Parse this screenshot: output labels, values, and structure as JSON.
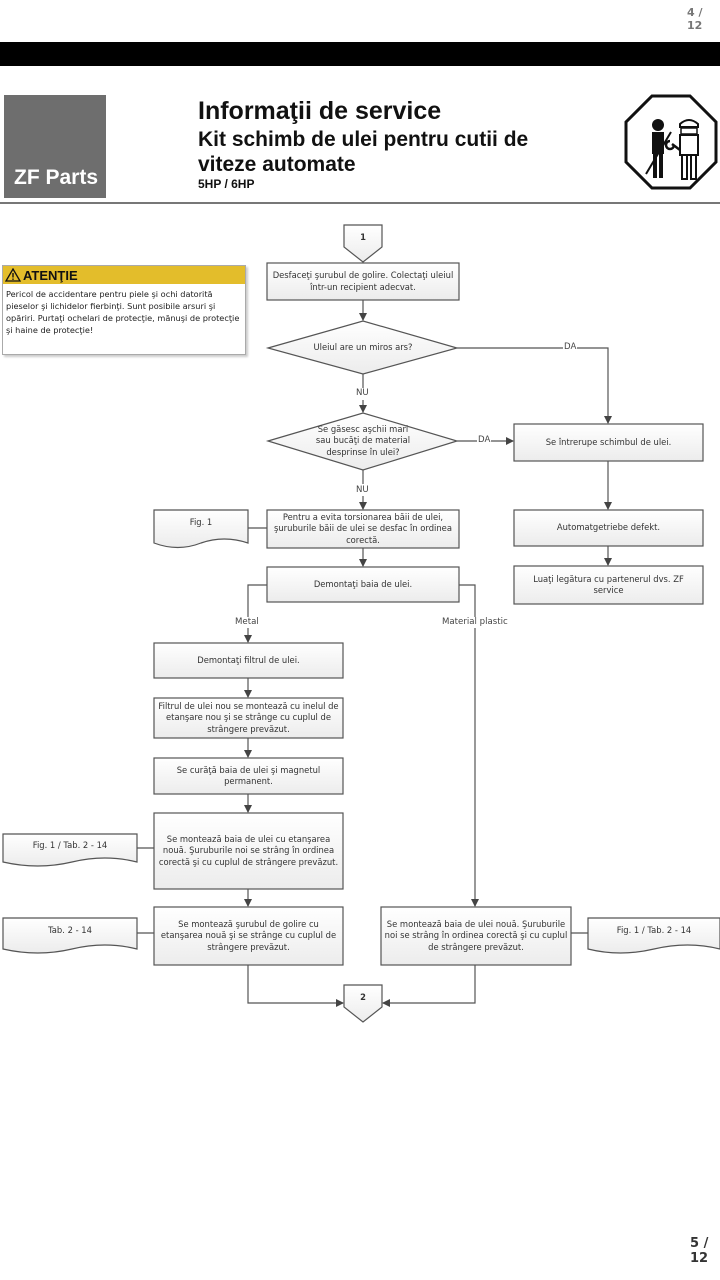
{
  "page_indicator_top": "4 / 12",
  "page_indicator_bottom": "5 / 12",
  "header": {
    "logo_text": "ZF Parts",
    "title": "Informaţii de service",
    "subtitle": "Kit schimb de ulei pentru cutii de viteze automate",
    "models": "5HP / 6HP",
    "sign_icon": "workshop-mechanics-only-sign"
  },
  "warning": {
    "icon": "warning-triangle",
    "title": "ATENŢIE",
    "text": "Pericol de accidentare pentru piele şi ochi datorită pieselor şi lichidelor fierbinţi. Sunt posibile arsuri şi opăriri. Purtaţi ochelari de protecţie, mănuşi de protecţie şi haine de protecţie!",
    "accent_color": "#e3bd2b"
  },
  "flowchart": {
    "start_connector": "1",
    "end_connector": "2",
    "steps": {
      "drain": "Desfaceţi şurubul de golire. Colectaţi uleiul într-un recipient adecvat.",
      "q_smell": "Uleiul are un miros ars?",
      "q_chips": "Se găsesc aşchii mari sau bucăţi de material desprinse în ulei?",
      "loosen_pan": "Pentru a evita torsionarea băii de ulei, şuruburile băii de ulei se desfac în ordinea corectă.",
      "remove_pan": "Demontaţi baia de ulei.",
      "stop_change": "Se întrerupe schimbul de ulei.",
      "defect": "Automatgetriebe defekt.",
      "contact": "Luaţi legătura cu partenerul dvs. ZF service",
      "remove_filter": "Demontaţi filtrul de ulei.",
      "new_filter": "Filtrul de ulei nou se montează cu inelul de etanşare nou şi se strânge cu cuplul de strângere prevăzut.",
      "clean_pan": "Se curăţă baia de ulei şi magnetul permanent.",
      "mount_pan_metal": "Se montează baia de ulei cu etanşarea nouă. Şuruburile noi se strâng în ordinea corectă şi cu cuplul de strângere prevăzut.",
      "mount_drain_screw": "Se montează şurubul de golire cu etanşarea nouă şi se strânge cu cuplul de strângere prevăzut.",
      "mount_pan_plastic": "Se montează baia de ulei nouă. Şuruburile noi se strâng în ordinea corectă şi cu cuplul de strângere prevăzut."
    },
    "docs": {
      "fig1": "Fig. 1",
      "fig1_tab": "Fig. 1 / Tab. 2 - 14",
      "tab": "Tab. 2 - 14",
      "fig1_tab_right": "Fig. 1 / Tab. 2 - 14"
    },
    "labels": {
      "yes1": "DA",
      "no1": "NU",
      "yes2": "DA",
      "no2": "NU",
      "metal": "Metal",
      "plastic": "Material plastic"
    }
  }
}
